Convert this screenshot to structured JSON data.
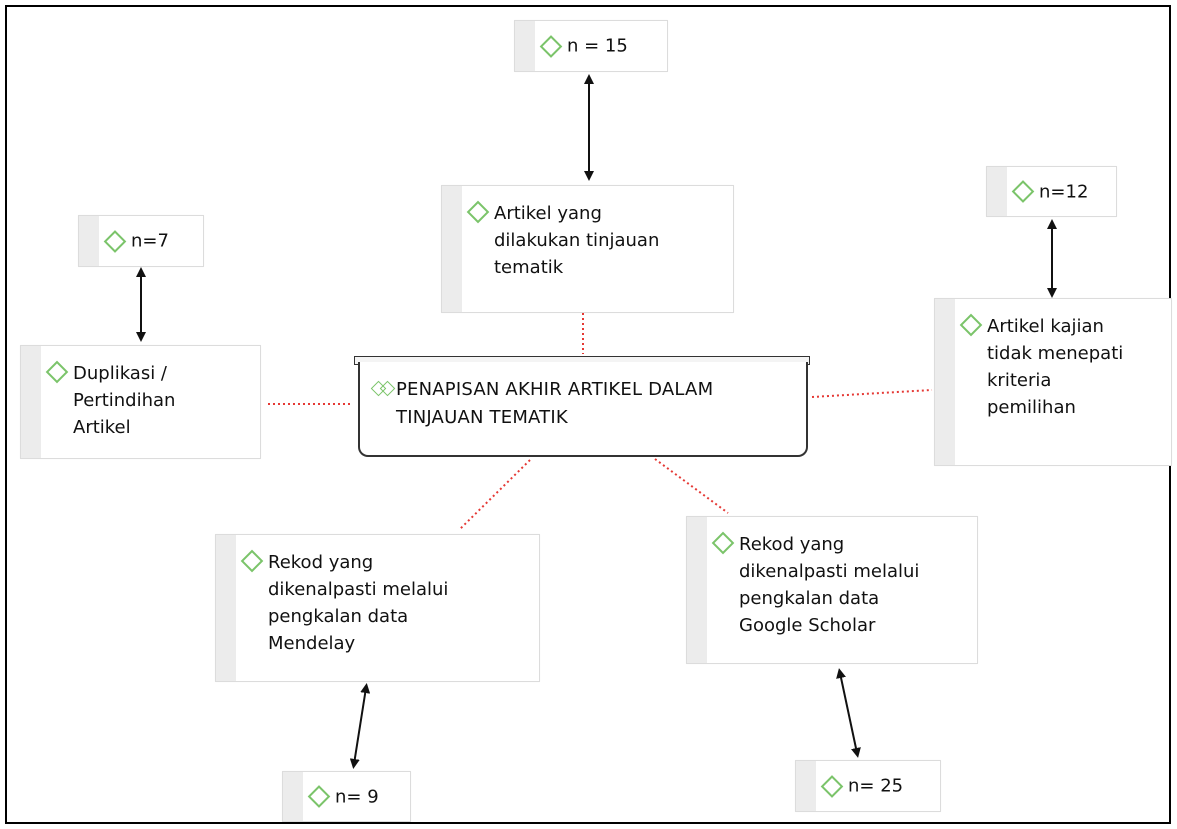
{
  "central": {
    "title": "PENAPISAN AKHIR ARTIKEL DALAM TINJAUAN TEMATIK"
  },
  "nodes": {
    "top": {
      "label": "Artikel yang\ndilakukan tinjauan\ntematik",
      "count": "n = 15"
    },
    "left": {
      "label": "Duplikasi /\nPertindihan\nArtikel",
      "count": "n=7"
    },
    "right": {
      "label": "Artikel kajian\ntidak menepati\nkriteria\npemilihan",
      "count": "n=12"
    },
    "bottom_left": {
      "label": "Rekod yang\ndikenalpasti melalui\npengkalan data\nMendelay",
      "count": "n= 9"
    },
    "bottom_right": {
      "label": "Rekod yang\ndikenalpasti melalui\npengkalan data\nGoogle Scholar",
      "count": "n= 25"
    }
  },
  "colors": {
    "accent_diamond": "#7bc46a",
    "dotted_link": "#e53935",
    "arrow": "#111111",
    "box_strip": "#ececec"
  },
  "icons": [
    "diamond-icon",
    "double-diamond-icon",
    "double-arrow-icon"
  ]
}
